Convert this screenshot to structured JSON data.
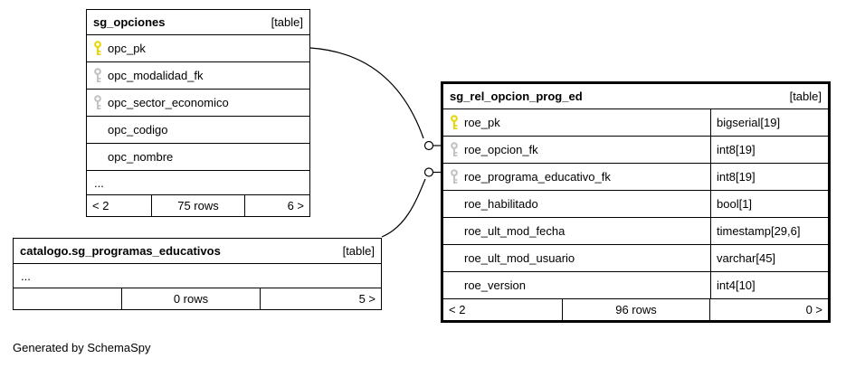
{
  "diagram": {
    "credit": "Generated by SchemaSpy"
  },
  "colors": {
    "table_background": "#ffffff",
    "border": "#000000",
    "primary_key_icon": "#e8d60a",
    "foreign_key_icon": "#c3c3c3"
  },
  "tables": {
    "sg_opciones": {
      "name": "sg_opciones",
      "tag": "[table]",
      "columns": [
        {
          "name": "opc_pk",
          "key": "primary"
        },
        {
          "name": "opc_modalidad_fk",
          "key": "foreign"
        },
        {
          "name": "opc_sector_economico",
          "key": "foreign"
        },
        {
          "name": "opc_codigo",
          "key": "none"
        },
        {
          "name": "opc_nombre",
          "key": "none"
        }
      ],
      "ellipsis": "...",
      "footer": {
        "left": "< 2",
        "center": "75 rows",
        "right": "6 >"
      }
    },
    "sg_rel_opcion_prog_ed": {
      "name": "sg_rel_opcion_prog_ed",
      "tag": "[table]",
      "columns": [
        {
          "name": "roe_pk",
          "type": "bigserial[19]",
          "key": "primary"
        },
        {
          "name": "roe_opcion_fk",
          "type": "int8[19]",
          "key": "foreign"
        },
        {
          "name": "roe_programa_educativo_fk",
          "type": "int8[19]",
          "key": "foreign"
        },
        {
          "name": "roe_habilitado",
          "type": "bool[1]",
          "key": "none"
        },
        {
          "name": "roe_ult_mod_fecha",
          "type": "timestamp[29,6]",
          "key": "none"
        },
        {
          "name": "roe_ult_mod_usuario",
          "type": "varchar[45]",
          "key": "none"
        },
        {
          "name": "roe_version",
          "type": "int4[10]",
          "key": "none"
        }
      ],
      "footer": {
        "left": "< 2",
        "center": "96 rows",
        "right": "0 >"
      }
    },
    "catalogo_sg_programas_educativos": {
      "name": "catalogo.sg_programas_educativos",
      "tag": "[table]",
      "ellipsis": "...",
      "footer": {
        "left": "",
        "center": "0 rows",
        "right": "5 >"
      }
    }
  },
  "relationships": [
    {
      "from": "sg_opciones.opc_pk",
      "to": "sg_rel_opcion_prog_ed.roe_opcion_fk"
    },
    {
      "from": "catalogo.sg_programas_educativos",
      "to": "sg_rel_opcion_prog_ed.roe_programa_educativo_fk"
    }
  ]
}
